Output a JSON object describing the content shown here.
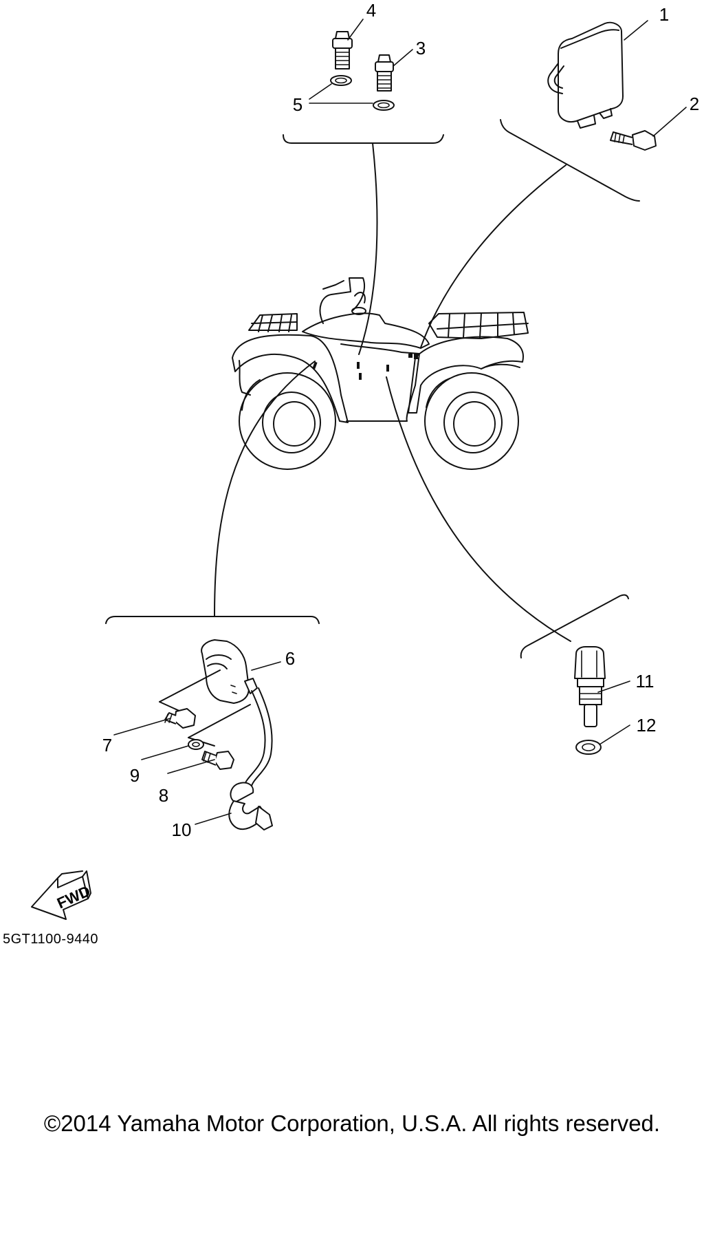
{
  "diagram": {
    "code": "5GT1100-9440",
    "copyright": "©2014 Yamaha Motor Corporation, U.S.A. All rights reserved.",
    "fwd_label": "FWD",
    "callouts": {
      "c1": "1",
      "c2": "2",
      "c3": "3",
      "c4": "4",
      "c5": "5",
      "c6": "6",
      "c7": "7",
      "c8": "8",
      "c9": "9",
      "c10": "10",
      "c11": "11",
      "c12": "12"
    }
  }
}
